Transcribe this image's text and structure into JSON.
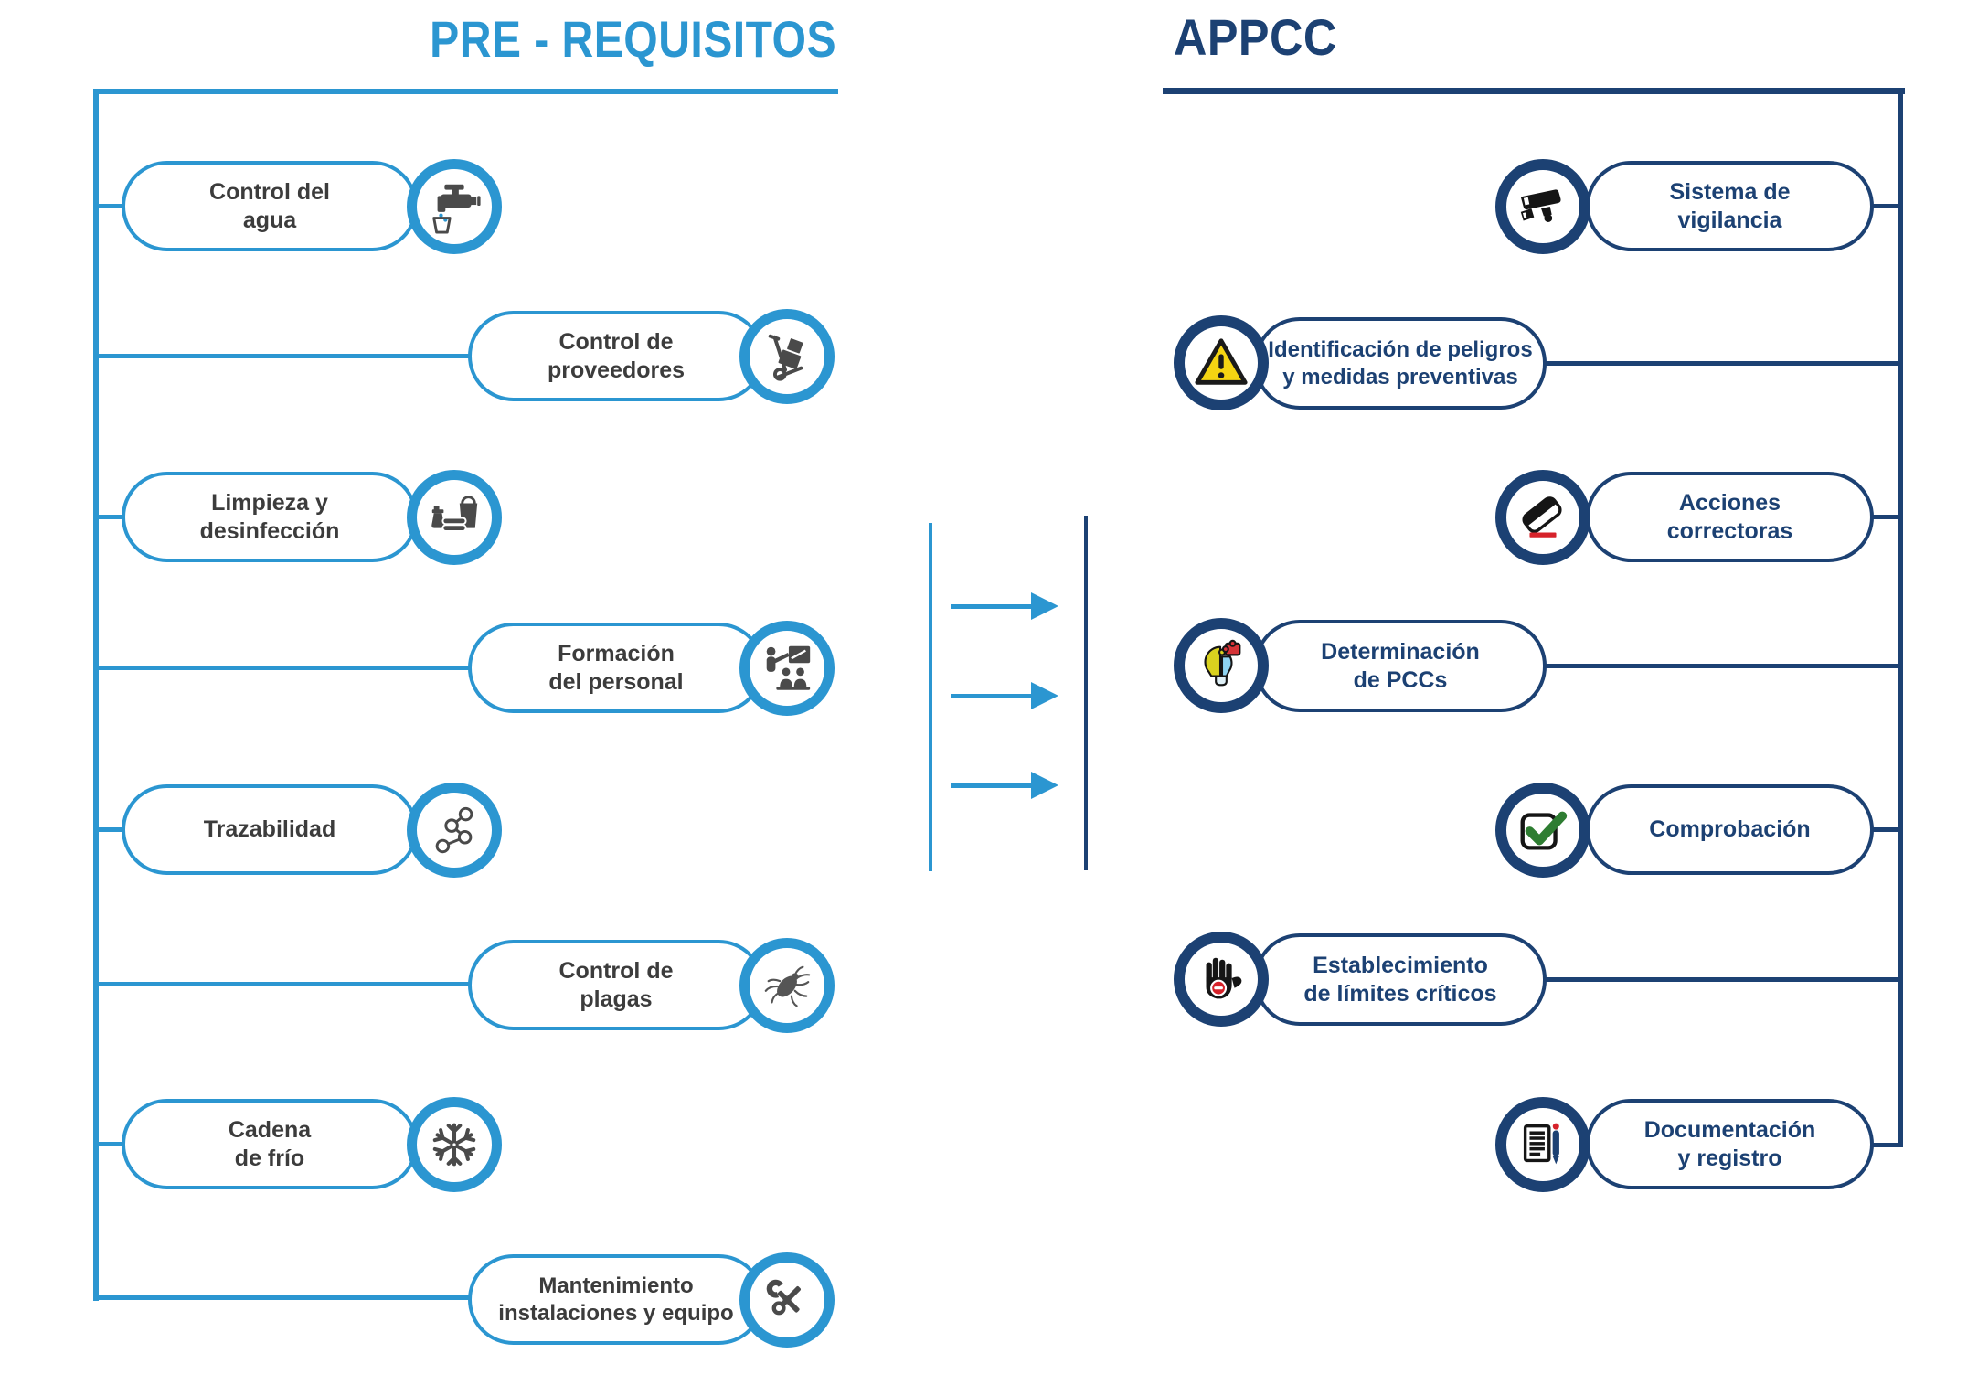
{
  "left": {
    "title": "PRE - REQUISITOS",
    "accent_color": "#2B96D1",
    "text_color": "#3C3C3C",
    "nodes": [
      {
        "label": "Control del\nagua",
        "icon": "faucet-icon"
      },
      {
        "label": "Control de\nproveedores",
        "icon": "hand-truck-icon"
      },
      {
        "label": "Limpieza y\ndesinfección",
        "icon": "cleaning-supplies-icon"
      },
      {
        "label": "Formación\ndel personal",
        "icon": "personnel-training-icon"
      },
      {
        "label": "Trazabilidad",
        "icon": "traceability-network-icon"
      },
      {
        "label": "Control de\nplagas",
        "icon": "pest-bug-icon"
      },
      {
        "label": "Cadena\nde frío",
        "icon": "snowflake-icon"
      },
      {
        "label": "Mantenimiento\ninstalaciones y equipo",
        "icon": "tools-icon"
      }
    ]
  },
  "right": {
    "title": "APPCC",
    "accent_color": "#1C4173",
    "nodes": [
      {
        "label": "Sistema de\nvigilancia",
        "icon": "cctv-camera-icon"
      },
      {
        "label": "Identificación de peligros\ny medidas preventivas",
        "icon": "warning-triangle-icon"
      },
      {
        "label": "Acciones\ncorrectoras",
        "icon": "eraser-icon"
      },
      {
        "label": "Determinación\nde PCCs",
        "icon": "puzzle-bulb-icon"
      },
      {
        "label": "Comprobación",
        "icon": "checkbox-check-icon"
      },
      {
        "label": "Establecimiento\nde límites críticos",
        "icon": "stop-hand-icon"
      },
      {
        "label": "Documentación\ny registro",
        "icon": "document-pen-icon"
      }
    ]
  },
  "middle": {
    "arrow_count": 3
  },
  "colors": {
    "light_blue": "#2B96D1",
    "navy": "#1C4173",
    "icon_gray": "#4A4A4A",
    "red": "#D6222A",
    "yellow": "#F5D412",
    "green": "#2E7D32"
  }
}
